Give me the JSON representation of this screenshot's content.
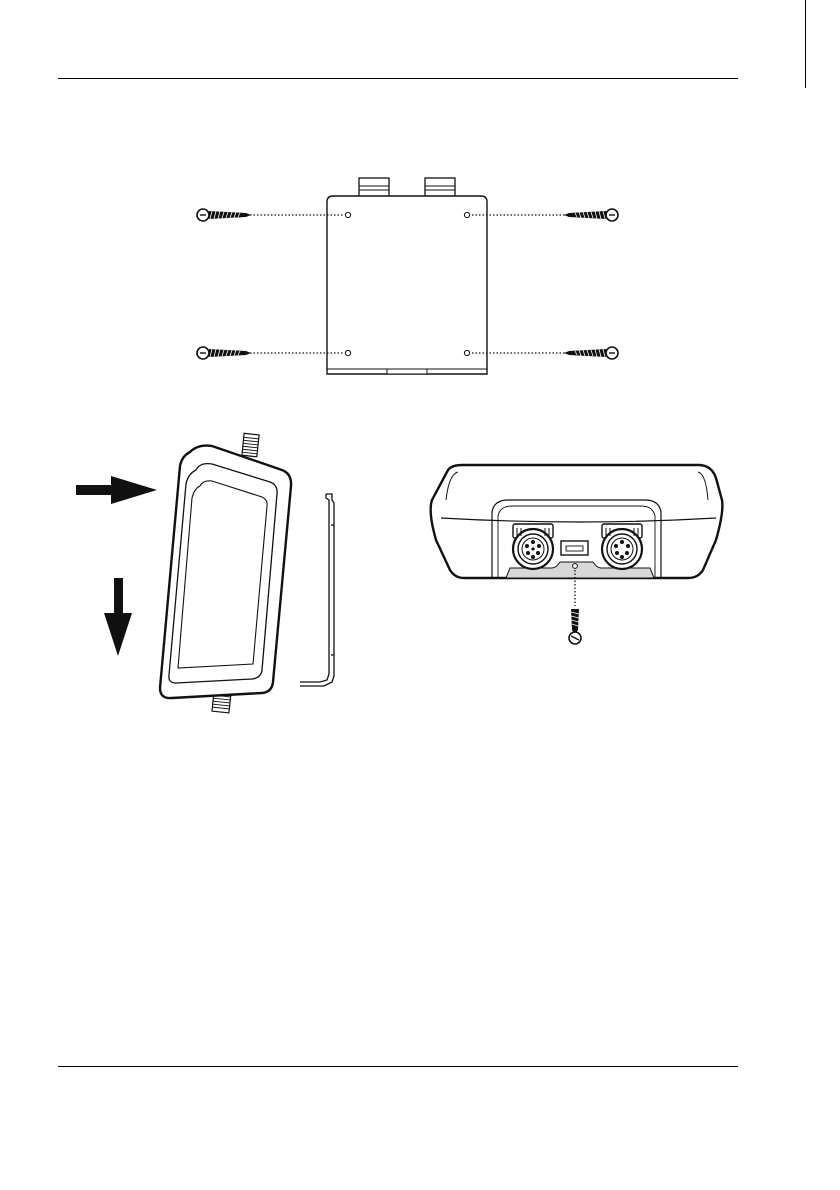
{
  "page": {
    "background": "#ffffff",
    "line_color": "#111111",
    "shade_color": "#d8d8d8"
  },
  "figures": {
    "wall_mount": {
      "icon": "wall-mount-screws-diagram"
    },
    "slide_on": {
      "icon": "slide-onto-bracket-diagram"
    },
    "underside_screw": {
      "icon": "underside-locking-screw-diagram"
    }
  }
}
